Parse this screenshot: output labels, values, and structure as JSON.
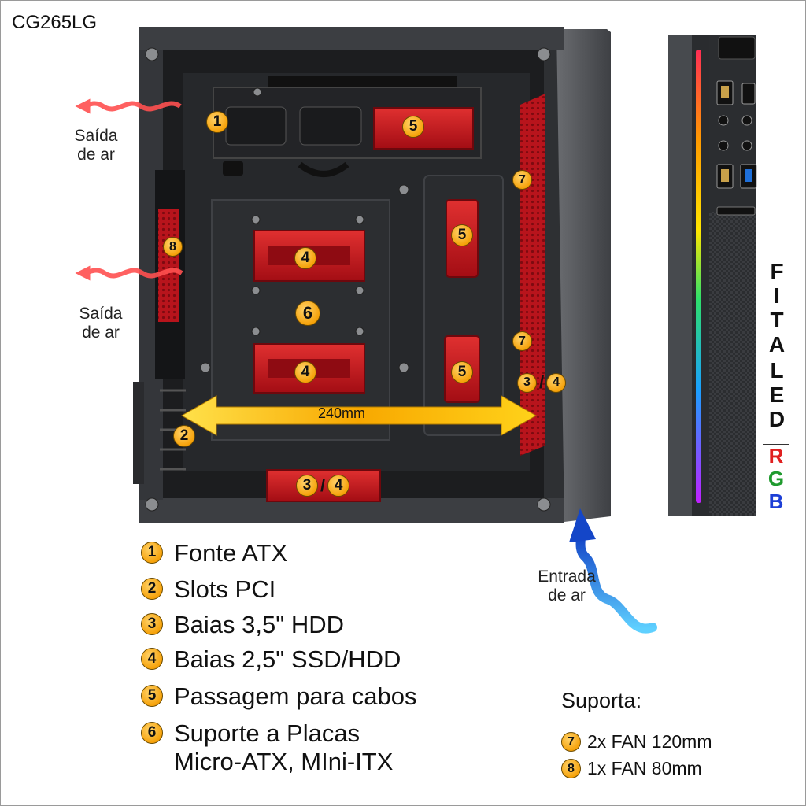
{
  "model": "CG265LG",
  "airflow": {
    "exhaust_top": [
      "Saída",
      "de ar"
    ],
    "exhaust_mid": [
      "Saída",
      "de ar"
    ],
    "intake": [
      "Entrada",
      "de ar"
    ]
  },
  "dimension_label": "240mm",
  "callouts": {
    "psu": "1",
    "pci": "2",
    "cable_top": "5",
    "ssd_upper": "4",
    "ssd_lower": "4",
    "board": "6",
    "cable_mid": "5",
    "cable_low": "5",
    "fan7_top": "7",
    "fan7_low": "7",
    "fan8": "8",
    "hdd_right": [
      "3",
      "/",
      "4"
    ],
    "hdd_bottom": [
      "3",
      "/",
      "4"
    ]
  },
  "legend": [
    {
      "num": "1",
      "text": "Fonte ATX"
    },
    {
      "num": "2",
      "text": "Slots PCI"
    },
    {
      "num": "3",
      "text": "Baias 3,5\" HDD"
    },
    {
      "num": "4",
      "text": "Baias 2,5\" SSD/HDD"
    },
    {
      "num": "5",
      "text": "Passagem para cabos"
    },
    {
      "num": "6",
      "text": "Suporte a Placas",
      "text2": "Micro-ATX, MIni-ITX"
    }
  ],
  "support": {
    "title": "Suporta:",
    "items": [
      {
        "num": "7",
        "text": "2x FAN 120mm"
      },
      {
        "num": "8",
        "text": "1x FAN 80mm"
      }
    ]
  },
  "led_strip": {
    "letters_fita": [
      "F",
      "I",
      "T",
      "A"
    ],
    "letters_led": [
      "L",
      "E",
      "D"
    ],
    "rgb": [
      "R",
      "G",
      "B"
    ],
    "rgb_colors": [
      "#e02020",
      "#1f9a2e",
      "#1d3fd6"
    ]
  },
  "colors": {
    "accent_red": "#c8141c",
    "badge_orange": "#f6a20a",
    "arrow_yellow": "#f8c400",
    "intake_blue": "#1a7de0"
  }
}
